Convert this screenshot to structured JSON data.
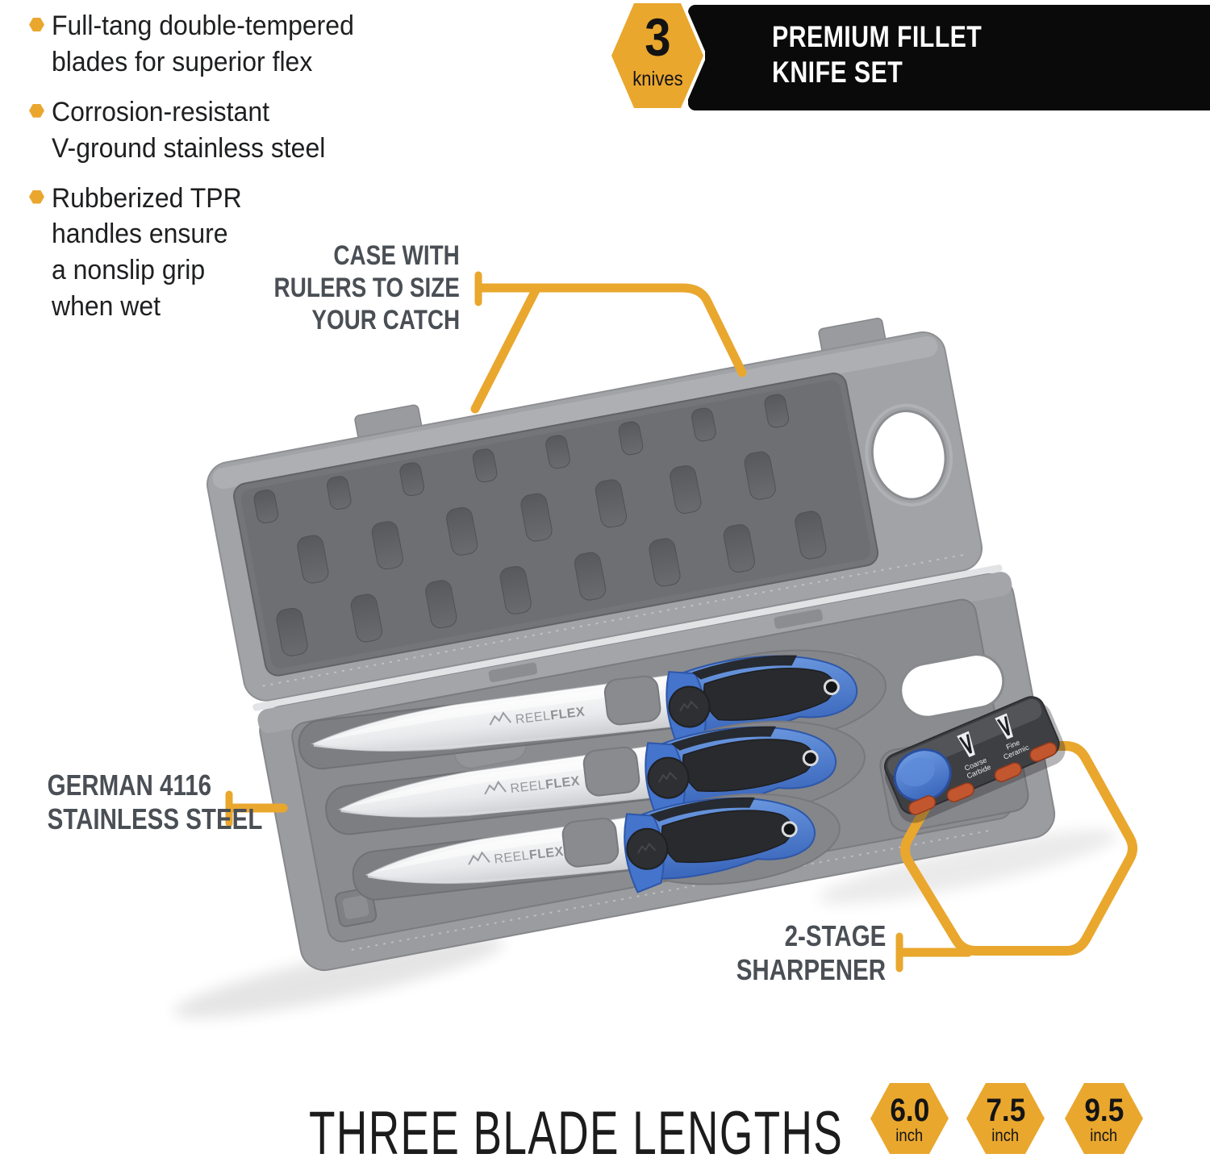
{
  "features": [
    {
      "lines": [
        "Full-tang double-tempered",
        "blades for superior flex"
      ]
    },
    {
      "lines": [
        "Corrosion-resistant",
        "V-ground stainless steel"
      ]
    },
    {
      "lines": [
        "Rubberized TPR",
        "handles ensure",
        "a nonslip grip",
        "when wet"
      ]
    }
  ],
  "header_badge": {
    "count": "3",
    "unit": "knives"
  },
  "banner": {
    "line1": "PREMIUM FILLET",
    "line2": "KNIFE SET"
  },
  "callouts": {
    "case": {
      "line1": "CASE WITH",
      "line2": "RULERS TO SIZE",
      "line3": "YOUR CATCH"
    },
    "steel": {
      "line1": "GERMAN 4116",
      "line2": "STAINLESS STEEL"
    },
    "sharpener": {
      "line1": "2-STAGE",
      "line2": "SHARPENER"
    }
  },
  "blade_brand": {
    "prefix": "REEL",
    "suffix": "FLEX"
  },
  "sharpener_labels": {
    "slot1_line1": "Coarse",
    "slot1_line2": "Carbide",
    "slot2_line1": "Fine",
    "slot2_line2": "Ceramic"
  },
  "footer": {
    "title": "THREE BLADE LENGTHS",
    "badges": [
      {
        "value": "6.0",
        "unit": "inch"
      },
      {
        "value": "7.5",
        "unit": "inch"
      },
      {
        "value": "9.5",
        "unit": "inch"
      }
    ]
  },
  "colors": {
    "gold": "#E9A72E",
    "label": "#4A4F55",
    "banner_bg": "#0A0A0A",
    "handle_blue": "#477BD1",
    "case_gray": "#9B9CA0"
  }
}
